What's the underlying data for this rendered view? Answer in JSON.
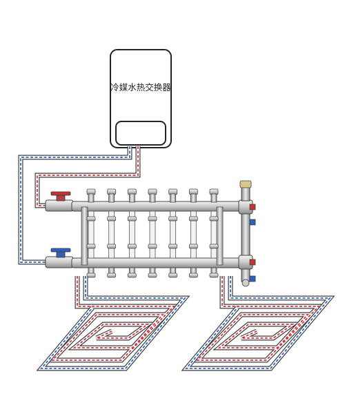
{
  "exchanger": {
    "label": "冷媒水热交换器"
  },
  "watermark": "",
  "colors": {
    "supply": "#d8323a",
    "return": "#2f63c8",
    "outline": "#222222"
  },
  "manifold": {
    "ports": 7
  },
  "loops": 2
}
